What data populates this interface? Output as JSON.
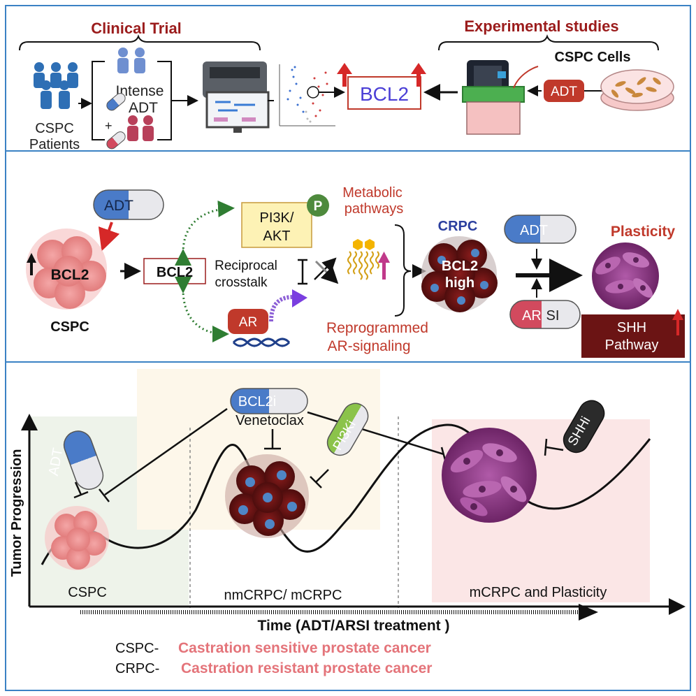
{
  "top": {
    "clinical_trial": "Clinical Trial",
    "experimental_studies": "Experimental studies",
    "cspc_cells": "CSPC Cells",
    "intense": "Intense",
    "adt": "ADT",
    "plus": "+",
    "cspc": "CSPC",
    "patients": "Patients",
    "bcl2": "BCL2",
    "adt_pill": "ADT"
  },
  "middle": {
    "adt_pill": "ADT",
    "bcl2_cell": "BCL2",
    "cspc": "CSPC",
    "bcl2_box": "BCL2",
    "pi3k": "PI3K/",
    "akt": "AKT",
    "p": "P",
    "metabolic_1": "Metabolic",
    "metabolic_2": "pathways",
    "reciprocal_1": "Reciprocal",
    "reciprocal_2": "crosstalk",
    "ar": "AR",
    "reprog_1": "Reprogrammed",
    "reprog_2": "AR-signaling",
    "crpc": "CRPC",
    "bcl2_high_1": "BCL2",
    "bcl2_high_2": "high",
    "adt_pill2": "ADT",
    "arsi_ar": "AR",
    "arsi_si": "SI",
    "plasticity": "Plasticity",
    "shh_1": "SHH",
    "shh_2": "Pathway"
  },
  "bottom": {
    "bcl2i": "BCL2i",
    "venetoclax": "Venetoclax",
    "adt": "ADT",
    "pi3ki": "PI3Ki",
    "shhi": "SHHi",
    "ylabel": "Tumor Progression",
    "cspc": "CSPC",
    "nmcrpc": "nmCRPC/ mCRPC",
    "mcrpc": "mCRPC and Plasticity",
    "xlabel": "Time (ADT/ARSI treatment )",
    "legend_cspc_abbr": "CSPC-",
    "legend_cspc_full": "Castration sensitive prostate cancer",
    "legend_crpc_abbr": "CRPC-",
    "legend_crpc_full": "Castration resistant prostate cancer"
  },
  "colors": {
    "frame": "#3b82c4",
    "dark_red": "#9b1c1c",
    "red": "#d62828",
    "blue_pill": "#4a7bc8",
    "green_arrow": "#2f7d32",
    "legend_pink": "#e4747a",
    "shh_box": "#6b1414",
    "plasticity_purple": "#8e3a8a"
  }
}
